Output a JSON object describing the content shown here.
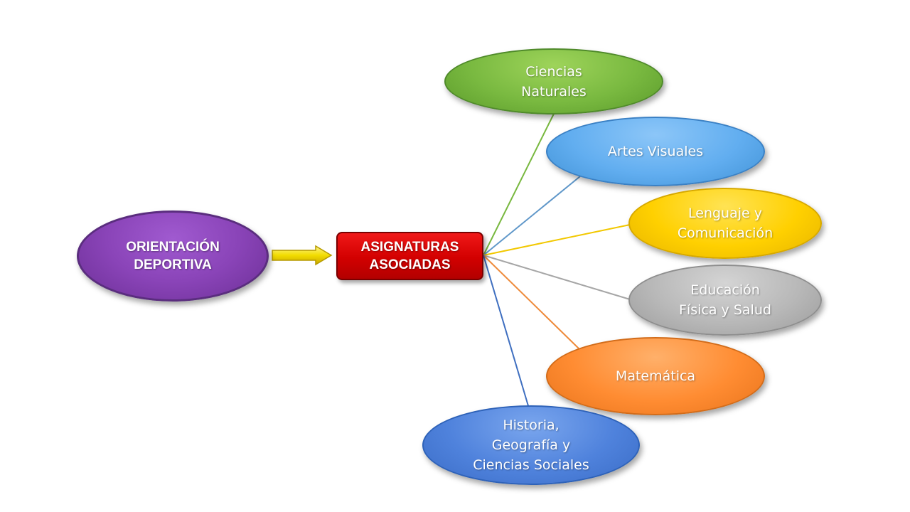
{
  "origin": {
    "lines": [
      "ORIENTACIÓN",
      "DEPORTIVA"
    ],
    "color": "#7f3fae"
  },
  "center": {
    "lines": [
      "ASIGNATURAS",
      "ASOCIADAS"
    ],
    "color": "#d00000"
  },
  "arrow": {
    "color": "#f2dc00"
  },
  "subjects": [
    {
      "lines": [
        "Ciencias",
        "Naturales"
      ],
      "color": "#78b83f"
    },
    {
      "lines": [
        "Artes Visuales"
      ],
      "color": "#62acee"
    },
    {
      "lines": [
        "Lenguaje y",
        "Comunicación"
      ],
      "color": "#ffd200"
    },
    {
      "lines": [
        "Educación",
        "Física y Salud"
      ],
      "color": "#b6b6b6"
    },
    {
      "lines": [
        "Matemática"
      ],
      "color": "#ff8c34"
    },
    {
      "lines": [
        "Historia,",
        "Geografía y",
        "Ciencias Sociales"
      ],
      "color": "#4f80da"
    }
  ]
}
